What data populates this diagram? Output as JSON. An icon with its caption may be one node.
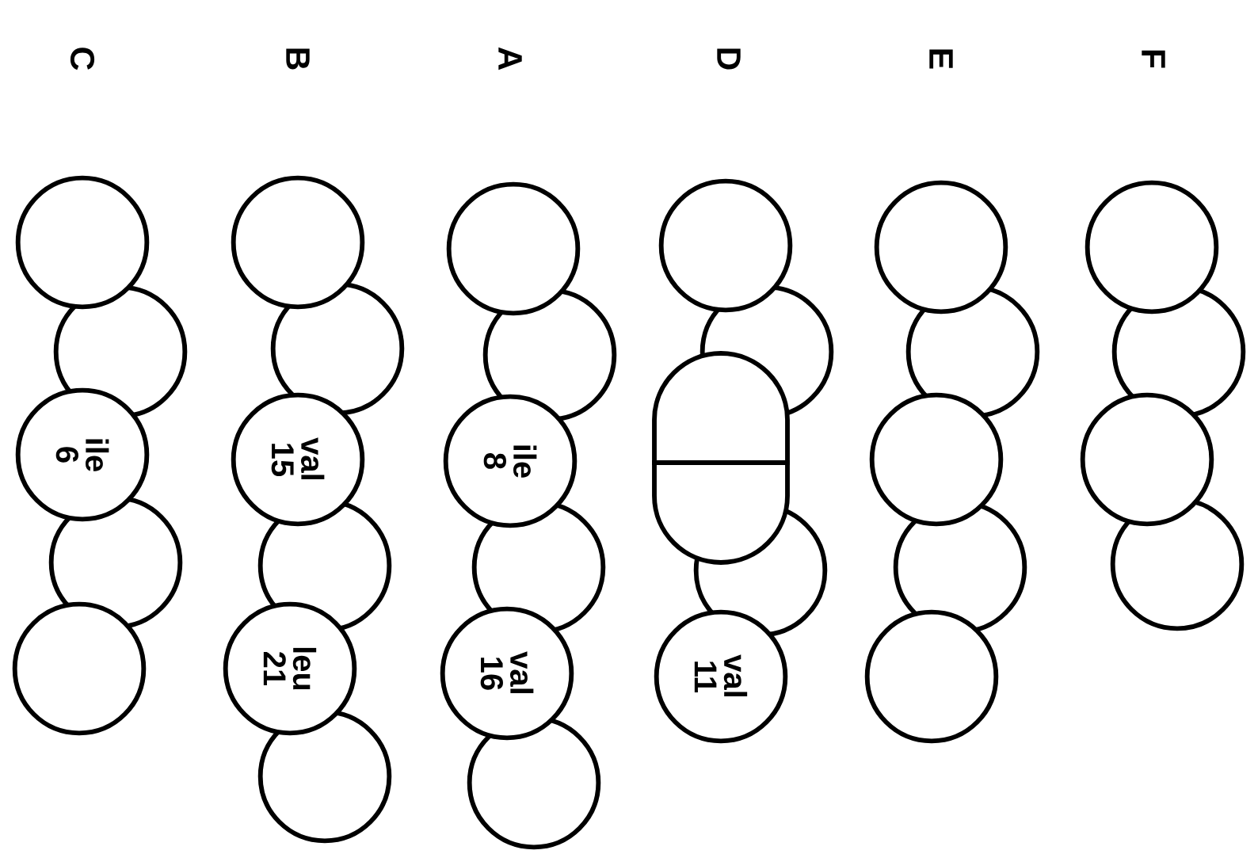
{
  "diagram": {
    "nodes": [
      {
        "text": [],
        "shape": "circle"
      },
      {
        "text": [],
        "shape": "circle"
      },
      {
        "text": [
          "ile 6"
        ]
      },
      {
        "text": [],
        "shape": "circle"
      },
      {
        "text": [],
        "shape": "circle"
      },
      {
        "text": [],
        "shape": "circle"
      },
      {
        "text": [],
        "shape": "circle"
      },
      {
        "text": [
          "val 15"
        ]
      },
      {
        "text": [],
        "shape": "circle"
      },
      {
        "text": [
          "leu 21"
        ]
      },
      {
        "text": [],
        "shape": "circle"
      },
      {
        "text": [],
        "shape": "circle"
      },
      {
        "text": [],
        "shape": "circle"
      },
      {
        "text": [
          "ile 8"
        ]
      },
      {
        "text": [],
        "shape": "circle"
      },
      {
        "text": [
          "val 16"
        ]
      },
      {
        "text": [],
        "shape": "circle"
      },
      {
        "text": [],
        "shape": "circle"
      },
      {
        "text": [],
        "shape": "circle"
      },
      {
        "text": [],
        "shape": "circle"
      },
      {
        "text": [],
        "shape": "circle"
      },
      {
        "text": [],
        "shape": "circle"
      },
      {
        "text": [
          "val 11"
        ]
      },
      {
        "text": [],
        "shape": "circle"
      },
      {
        "text": [],
        "shape": "circle"
      },
      {
        "text": [],
        "shape": "circle"
      },
      {
        "text": [],
        "shape": "circle"
      },
      {
        "text": [],
        "shape": "circle"
      },
      {
        "text": [],
        "shape": "circle"
      },
      {
        "text": [],
        "shape": "circle"
      },
      {
        "text": [],
        "shape": "circle"
      },
      {
        "text": [],
        "shape": "circle"
      }
    ],
    "labels": [
      "C",
      "B",
      "A",
      "D",
      "E",
      "F"
    ]
  }
}
